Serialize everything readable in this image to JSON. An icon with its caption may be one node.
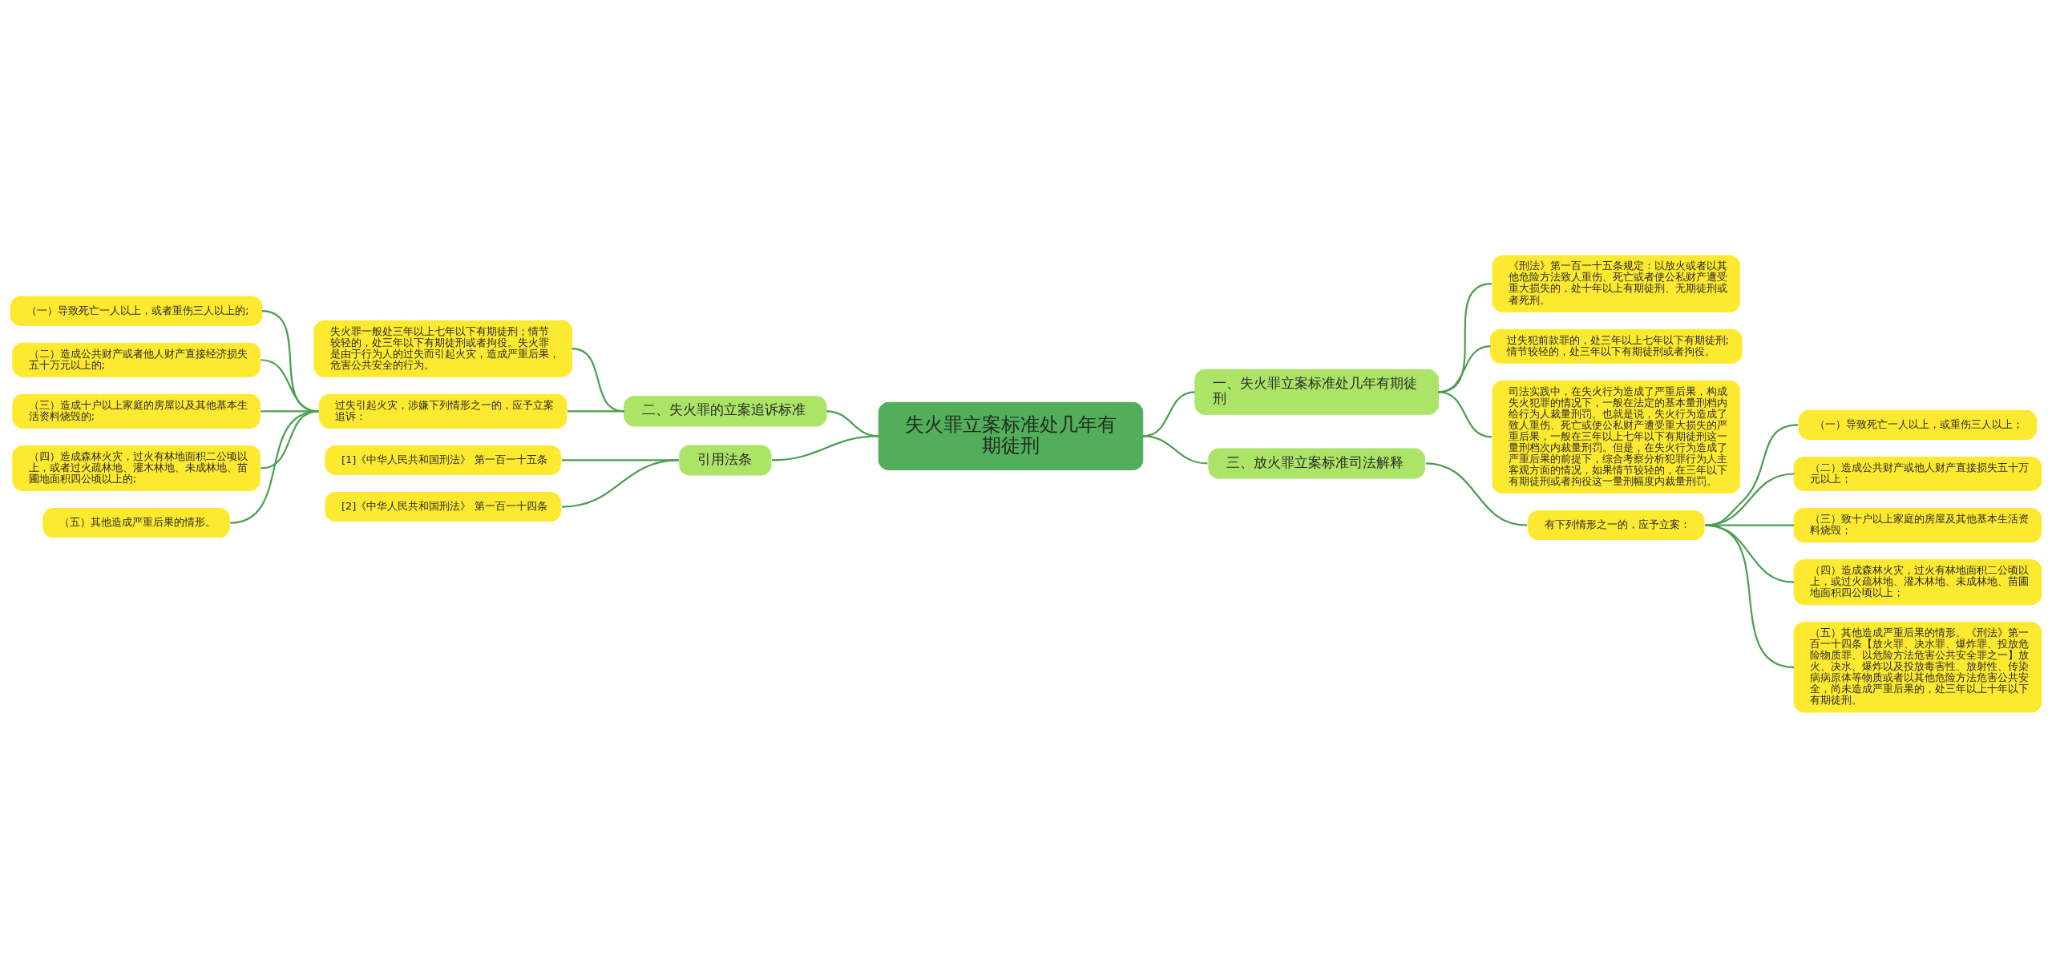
{
  "diagram": {
    "nodes": [
      {
        "text": [
          "失火罪立案标准处几年有期徒刑"
        ]
      },
      {
        "text": [
          "一、失火罪立案标准处几年有期徒刑"
        ]
      },
      {
        "text": [
          "《刑法》第一百一十五条规定：以放火或者以其他危险方法致人重伤、死亡或者使公私财产遭受重大损失的，处十年以上有期徒刑、无期徒刑或者死刑。"
        ]
      },
      {
        "text": [
          "过失犯前款罪的，处三年以上七年以下有期徒刑;情节较轻的，处三年以下有期徒刑或者拘役。"
        ]
      },
      {
        "text": [
          "司法实践中，在失火行为造成了严重后果，构成失火犯罪的情况下，一般在法定的基本量刑档内给行为人裁量刑罚。也就是说，失火行为造成了致人重伤、死亡或使公私财产遭受重大损失的严重后果，一般在三年以上七年以下有期徒刑这一量刑档次内裁量刑罚。但是，在失火行为造成了严重后果的前提下，综合考察分析犯罪行为人主客观方面的情况，如果情节较轻的，在三年以下有期徒刑或者拘役这一量刑幅度内裁量刑罚。"
        ]
      },
      {
        "text": [
          "二、失火罪的立案追诉标准"
        ]
      },
      {
        "text": [
          "失火罪一般处三年以上七年以下有期徒刑；情节较轻的，处三年以下有期徒刑或者拘役。失火罪是由于行为人的过失而引起火灾，造成严重后果，危害公共安全的行为。"
        ]
      },
      {
        "text": [
          "过失引起火灾，涉嫌下列情形之一的，应予立案追诉："
        ]
      },
      {
        "text": [
          "（一）导致死亡一人以上，或者重伤三人以上的;"
        ]
      },
      {
        "text": [
          "（二）造成公共财产或者他人财产直接经济损失五十万元以上的;"
        ]
      },
      {
        "text": [
          "（三）造成十户以上家庭的房屋以及其他基本生活资料烧毁的;"
        ]
      },
      {
        "text": [
          "（四）造成森林火灾，过火有林地面积二公顷以上，或者过火疏林地、灌木林地、未成林地、苗圃地面积四公顷以上的;"
        ]
      },
      {
        "text": [
          "（五）其他造成严重后果的情形。"
        ]
      },
      {
        "text": [
          "三、放火罪立案标准司法解释"
        ]
      },
      {
        "text": [
          "有下列情形之一的，应予立案："
        ]
      },
      {
        "text": [
          "（一）导致死亡一人以上，或重伤三人以上；"
        ]
      },
      {
        "text": [
          "（二）造成公共财产或他人财产直接损失五十万元以上；"
        ]
      },
      {
        "text": [
          "（三）致十户以上家庭的房屋及其他基本生活资料烧毁；"
        ]
      },
      {
        "text": [
          "（四）造成森林火灾，过火有林地面积二公顷以上，或过火疏林地、灌木林地、未成林地、苗圃地面积四公顷以上；"
        ]
      },
      {
        "text": [
          "（五）其他造成严重后果的情形。《刑法》第一百一十四条【放火罪、决水罪、爆炸罪、投放危险物质罪、以危险方法危害公共安全罪之一】放火、决水、爆炸以及投放毒害性、放射性、传染病病原体等物质或者以其他危险方法危害公共安全，尚未造成严重后果的，处三年以上十年以下有期徒刑。"
        ]
      },
      {
        "text": [
          "引用法条"
        ]
      },
      {
        "text": [
          "[1]《中华人民共和国刑法》 第一百一十五条"
        ]
      },
      {
        "text": [
          "[2]《中华人民共和国刑法》 第一百一十四条"
        ]
      }
    ],
    "edges": [
      {
        "from": 0,
        "to": 1,
        "arrow": "none"
      },
      {
        "from": 1,
        "to": 2,
        "arrow": "none"
      },
      {
        "from": 1,
        "to": 3,
        "arrow": "none"
      },
      {
        "from": 1,
        "to": 4,
        "arrow": "none"
      },
      {
        "from": 5,
        "to": 0,
        "arrow": "none"
      },
      {
        "from": 6,
        "to": 5,
        "arrow": "none"
      },
      {
        "from": 7,
        "to": 5,
        "arrow": "none"
      },
      {
        "from": 8,
        "to": 7,
        "arrow": "none"
      },
      {
        "from": 9,
        "to": 7,
        "arrow": "none"
      },
      {
        "from": 10,
        "to": 7,
        "arrow": "none"
      },
      {
        "from": 11,
        "to": 7,
        "arrow": "none"
      },
      {
        "from": 12,
        "to": 7,
        "arrow": "none"
      },
      {
        "from": 0,
        "to": 13,
        "arrow": "none"
      },
      {
        "from": 13,
        "to": 14,
        "arrow": "none"
      },
      {
        "from": 14,
        "to": 15,
        "arrow": "none"
      },
      {
        "from": 14,
        "to": 16,
        "arrow": "none"
      },
      {
        "from": 14,
        "to": 17,
        "arrow": "none"
      },
      {
        "from": 14,
        "to": 18,
        "arrow": "none"
      },
      {
        "from": 14,
        "to": 19,
        "arrow": "none"
      },
      {
        "from": 20,
        "to": 0,
        "arrow": "none"
      },
      {
        "from": 21,
        "to": 20,
        "arrow": "none"
      },
      {
        "from": 22,
        "to": 20,
        "arrow": "none"
      }
    ]
  }
}
